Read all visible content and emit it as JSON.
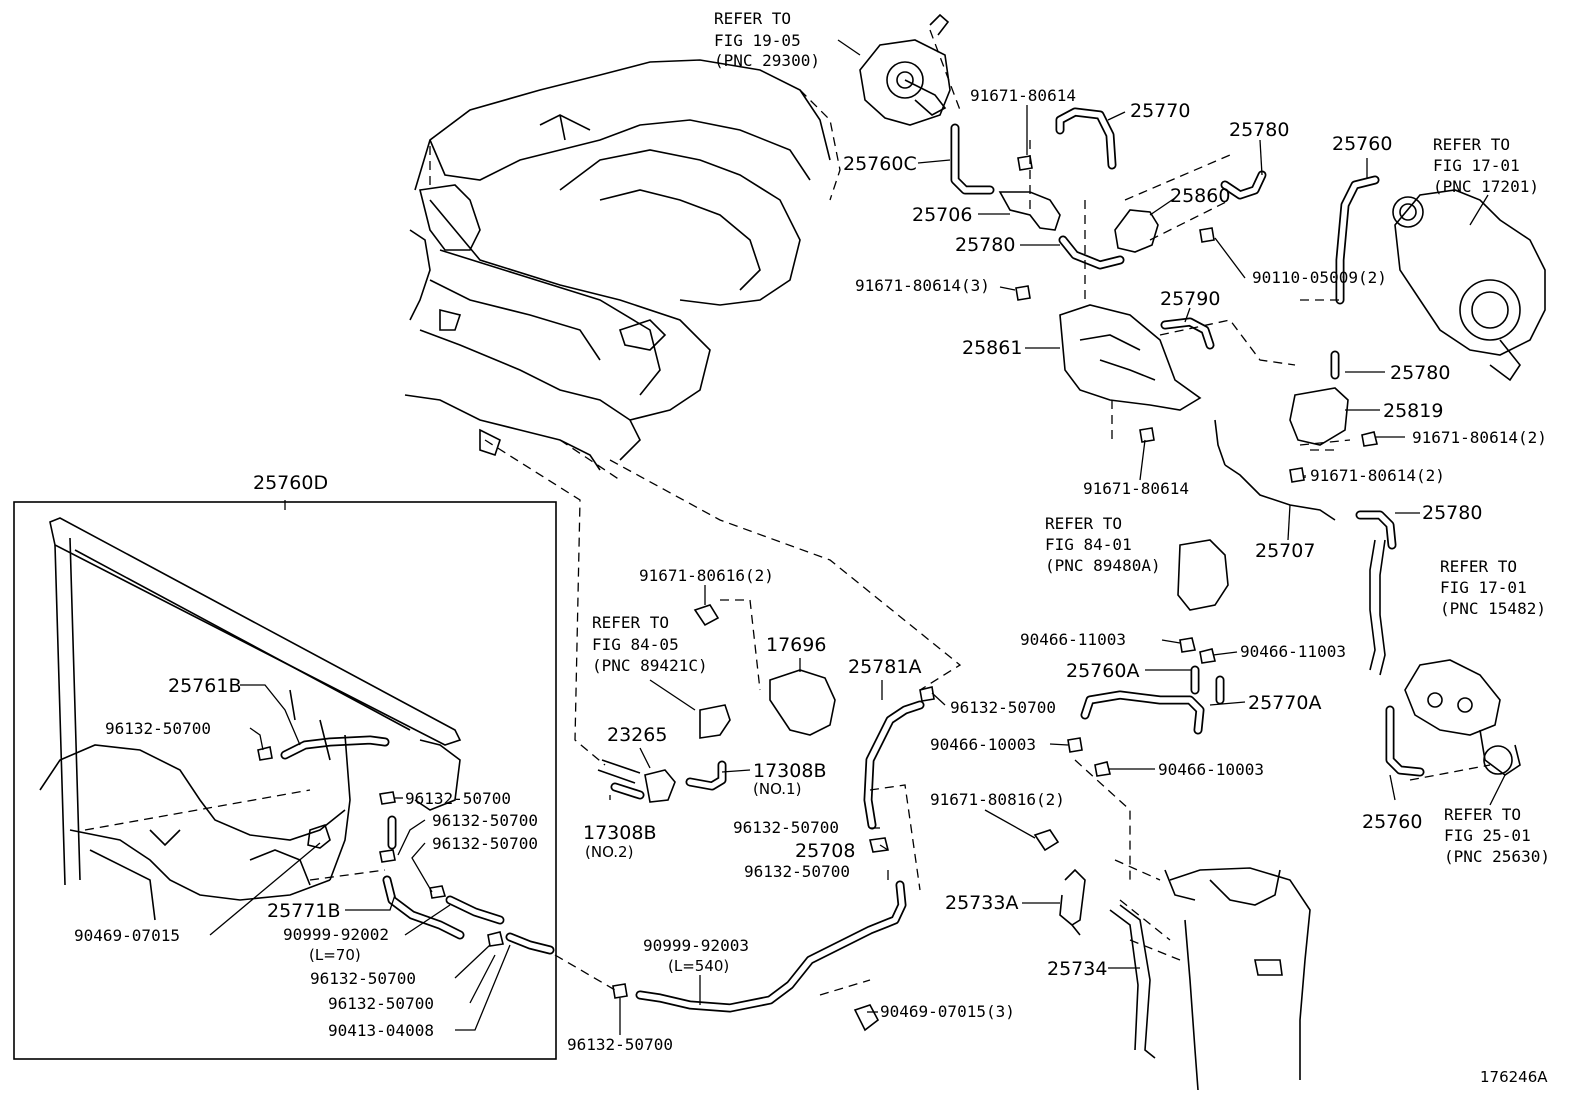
{
  "figure_id": "176246A",
  "labels": {
    "refer_19_05": [
      "REFER TO",
      "FIG 19-05",
      "(PNC 29300)"
    ],
    "refer_17_01_top": [
      "REFER TO",
      "FIG 17-01",
      "(PNC 17201)"
    ],
    "refer_84_01": [
      "REFER TO",
      "FIG 84-01",
      "(PNC 89480A)"
    ],
    "refer_84_05": [
      "REFER TO",
      "FIG 84-05",
      "(PNC 89421C)"
    ],
    "refer_17_01_mid": [
      "REFER TO",
      "FIG 17-01",
      "(PNC 15482)"
    ],
    "refer_25_01": [
      "REFER TO",
      "FIG 25-01",
      "(PNC 25630)"
    ],
    "p91671_80614_a": "91671-80614",
    "p25770": "25770",
    "p25780_a": "25780",
    "p25760_top": "25760",
    "p25760C": "25760C",
    "p25860": "25860",
    "p25706": "25706",
    "p25780_b": "25780",
    "p90110_05009": "90110-05009(2)",
    "p91671_80614_3": "91671-80614(3)",
    "p25790": "25790",
    "p25861": "25861",
    "p25780_c": "25780",
    "p25819": "25819",
    "p91671_80614_2a": "91671-80614(2)",
    "p91671_80614_b": "91671-80614",
    "p91671_80614_2b": "91671-80614(2)",
    "p25780_d": "25780",
    "p25707": "25707",
    "p25760D": "25760D",
    "p91671_80616": "91671-80616(2)",
    "p17696": "17696",
    "p25781A": "25781A",
    "p96132_50700_a": "96132-50700",
    "p90466_11003_a": "90466-11003",
    "p90466_11003_b": "90466-11003",
    "p25760A": "25760A",
    "p25770A": "25770A",
    "p23265": "23265",
    "p17308B_no1": "17308B",
    "no1": "(NO.1)",
    "p17308B_no2": "17308B",
    "no2": "(NO.2)",
    "p90466_10003_a": "90466-10003",
    "p90466_10003_b": "90466-10003",
    "p91671_80816": "91671-80816(2)",
    "p25760_bot": "25760",
    "p25761B": "25761B",
    "p96132_50700_b": "96132-50700",
    "p96132_50700_c": "96132-50700",
    "p96132_50700_d": "96132-50700",
    "p96132_50700_e": "96132-50700",
    "p96132_50700_f": "96132-50700",
    "p25708": "25708",
    "p96132_50700_g": "96132-50700",
    "p25733A": "25733A",
    "p25771B": "25771B",
    "p90999_92002": "90999-92002",
    "l70": "(L=70)",
    "p90469_07015": "90469-07015",
    "p96132_50700_h": "96132-50700",
    "p96132_50700_i": "96132-50700",
    "p90413_04008": "90413-04008",
    "p90999_92003": "90999-92003",
    "l540": "(L=540)",
    "p96132_50700_j": "96132-50700",
    "p90469_07015_3": "90469-07015(3)",
    "p25734": "25734"
  }
}
